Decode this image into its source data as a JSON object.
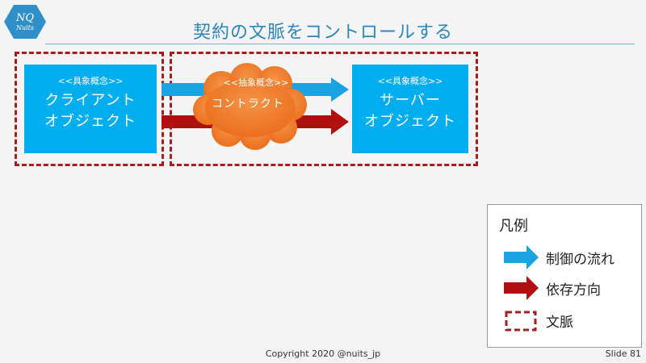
{
  "slide": {
    "title": "契約の文脈をコントロールする",
    "logo_text": "NQ Nuits"
  },
  "diagram": {
    "client": {
      "stereotype": "<<具象概念>>",
      "line1": "クライアント",
      "line2": "オブジェクト"
    },
    "contract": {
      "stereotype": "<<抽象概念>>",
      "label": "コントラクト"
    },
    "server": {
      "stereotype": "<<具象概念>>",
      "line1": "サーバー",
      "line2": "オブジェクト"
    }
  },
  "legend": {
    "title": "凡例",
    "control_flow": "制御の流れ",
    "dependency": "依存方向",
    "context": "文脈"
  },
  "footer": {
    "copyright": "Copyright 2020 @nuits_jp",
    "slide_number": "Slide 81"
  },
  "colors": {
    "control_flow": "#1aa3e0",
    "dependency": "#b01010",
    "context_border": "#a51d1d",
    "object_fill": "#00aeef",
    "contract_fill": "#f07a2a",
    "title": "#2e86b8"
  }
}
